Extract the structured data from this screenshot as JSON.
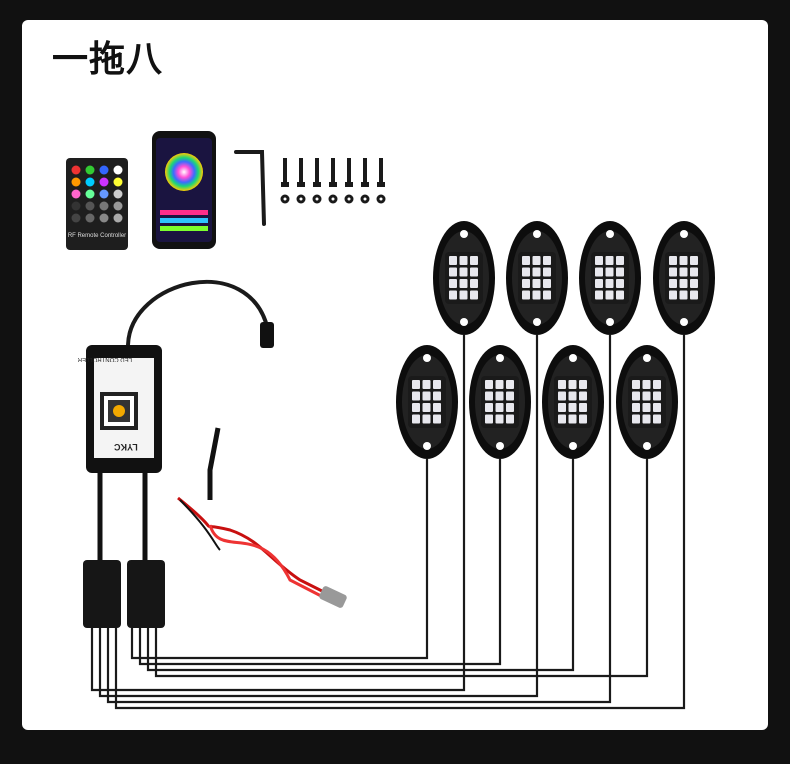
{
  "title": "一拖八",
  "remote": {
    "label": "RF Remote Controller"
  },
  "controller": {
    "label": "LED CONTROLLER",
    "brand": "LYKC"
  },
  "colors": {
    "background": "#111111",
    "panel": "#ffffff",
    "cable": "#1a1a1a",
    "pod_body": "#0d0d0d",
    "led": "#e8e8ee",
    "wire_red": "#d81e1e"
  },
  "items": {
    "remote": "remote-controller",
    "phone": "smartphone-app",
    "hex_key": "allen-wrench",
    "screws": 7,
    "rock_lights": 8
  }
}
